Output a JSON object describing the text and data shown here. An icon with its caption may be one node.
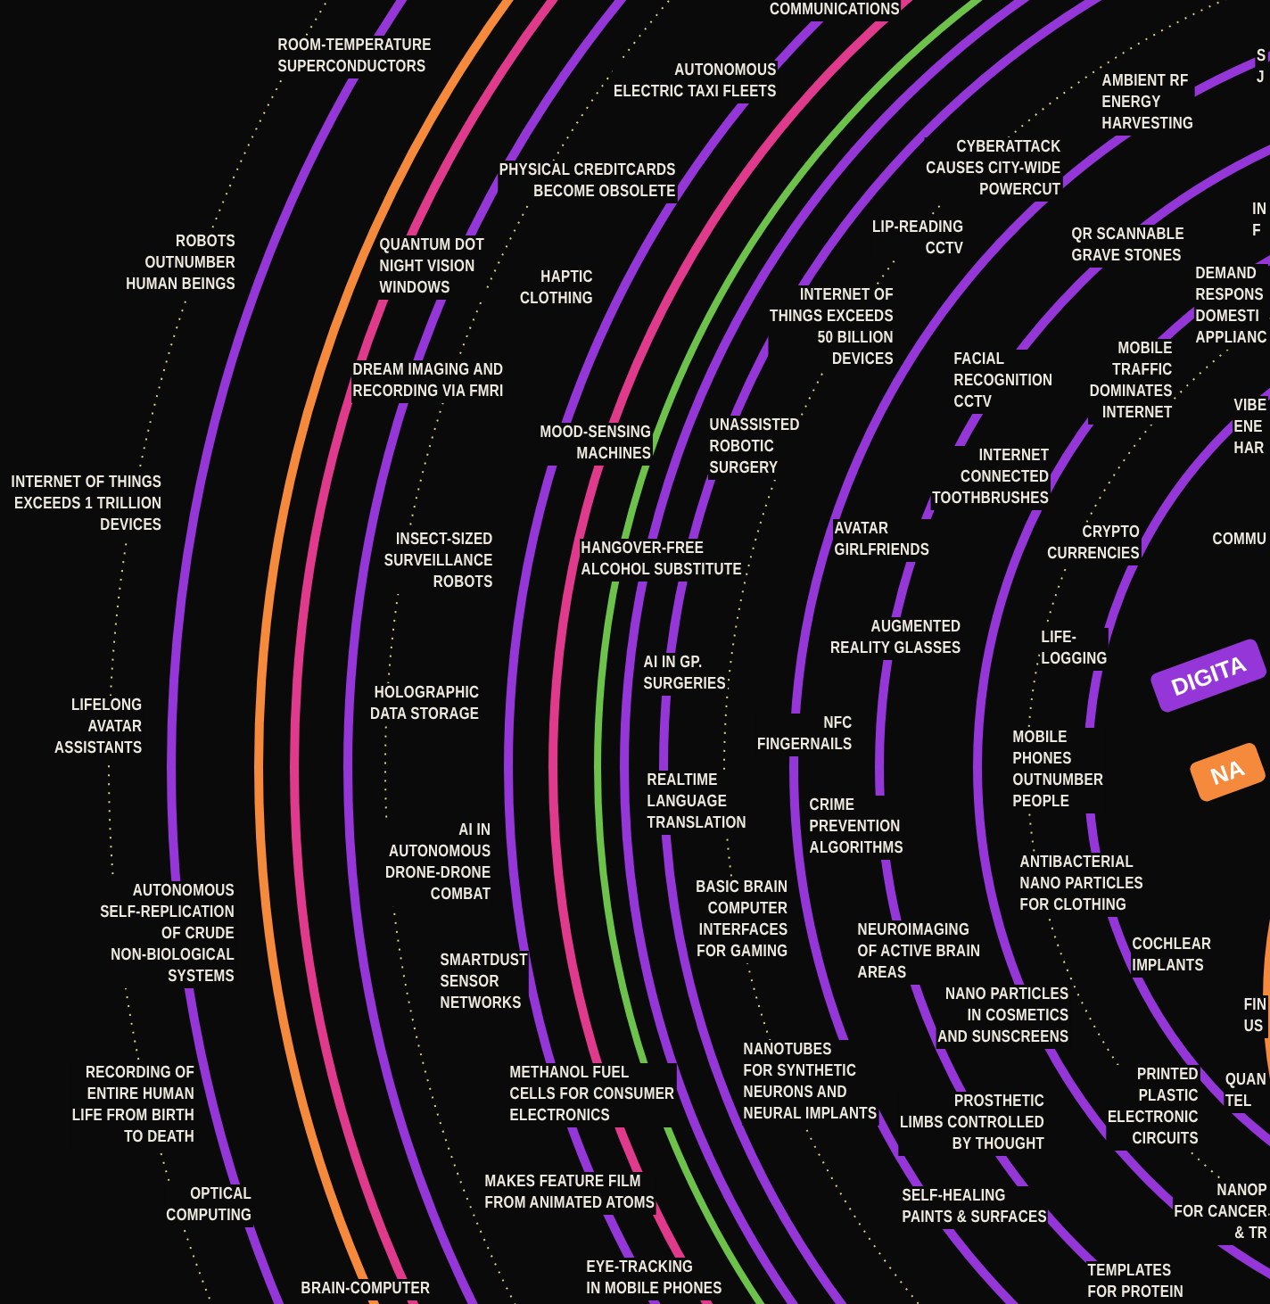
{
  "diagram": {
    "nodes": [
      {
        "text": [
          "DIGITA"
        ]
      },
      {
        "text": [
          "NA"
        ]
      }
    ],
    "labels": [
      "COMMUNICATIONS",
      "ROOM-TEMPERATURE SUPERCONDUCTORS",
      "AUTONOMOUS ELECTRIC TAXI FLEETS",
      "AMBIENT RF ENERGY HARVESTING",
      "S J",
      "PHYSICAL CREDITCARDS BECOME OBSOLETE",
      "CYBERATTACK CAUSES CITY-WIDE POWERCUT",
      "LIP-READING CCTV",
      "IN F",
      "ROBOTS OUTNUMBER HUMAN BEINGS",
      "QUANTUM DOT NIGHT VISION WINDOWS",
      "QR SCANNABLE GRAVE STONES",
      "HAPTIC CLOTHING",
      "INTERNET OF THINGS EXCEEDS 50 BILLION DEVICES",
      "DEMAND RESPONS DOMESTI APPLIANC",
      "FACIAL RECOGNITION CCTV",
      "MOBILE TRAFFIC DOMINATES INTERNET",
      "DREAM IMAGING AND RECORDING VIA FMRI",
      "VIBE ENE HAR",
      "MOOD-SENSING MACHINES",
      "UNASSISTED ROBOTIC SURGERY",
      "INTERNET CONNECTED TOOTHBRUSHES",
      "INTERNET OF THINGS EXCEEDS 1 TRILLION DEVICES",
      "AVATAR GIRLFRIENDS",
      "CRYPTO CURRENCIES",
      "COMMU",
      "INSECT-SIZED SURVEILLANCE ROBOTS",
      "HANGOVER-FREE ALCOHOL SUBSTITUTE",
      "AUGMENTED REALITY GLASSES",
      "LIFE- LOGGING",
      "AI IN GP. SURGERIES",
      "LIFELONG AVATAR ASSISTANTS",
      "HOLOGRAPHIC DATA STORAGE",
      "NFC FINGERNAILS",
      "REALTIME LANGUAGE TRANSLATION",
      "CRIME PREVENTION ALGORITHMS",
      "MOBILE PHONES OUTNUMBER PEOPLE",
      "AI IN AUTONOMOUS DRONE-DRONE COMBAT",
      "ANTIBACTERIAL NANO PARTICLES FOR CLOTHING",
      "AUTONOMOUS SELF-REPLICATION OF CRUDE NON-BIOLOGICAL SYSTEMS",
      "BASIC BRAIN COMPUTER INTERFACES FOR GAMING",
      "NEUROIMAGING OF ACTIVE BRAIN AREAS",
      "COCHLEAR IMPLANTS",
      "SMARTDUST SENSOR NETWORKS",
      "FIN US",
      "NANO PARTICLES IN COSMETICS AND SUNSCREENS",
      "RECORDING OF ENTIRE HUMAN LIFE FROM BIRTH TO DEATH",
      "METHANOL FUEL CELLS FOR CONSUMER ELECTRONICS",
      "NANOTUBES FOR SYNTHETIC NEURONS AND NEURAL IMPLANTS",
      "PROSTHETIC LIMBS CONTROLLED BY THOUGHT",
      "PRINTED PLASTIC ELECTRONIC CIRCUITS",
      "QUAN TEL",
      "OPTICAL COMPUTING",
      "MAKES FEATURE FILM FROM ANIMATED ATOMS",
      "NANOP FOR CANCER & TR",
      "SELF-HEALING PAINTS & SURFACES",
      "TEMPLATES FOR PROTEIN",
      "BRAIN-COMPUTER",
      "EYE-TRACKING IN MOBILE PHONES"
    ]
  }
}
